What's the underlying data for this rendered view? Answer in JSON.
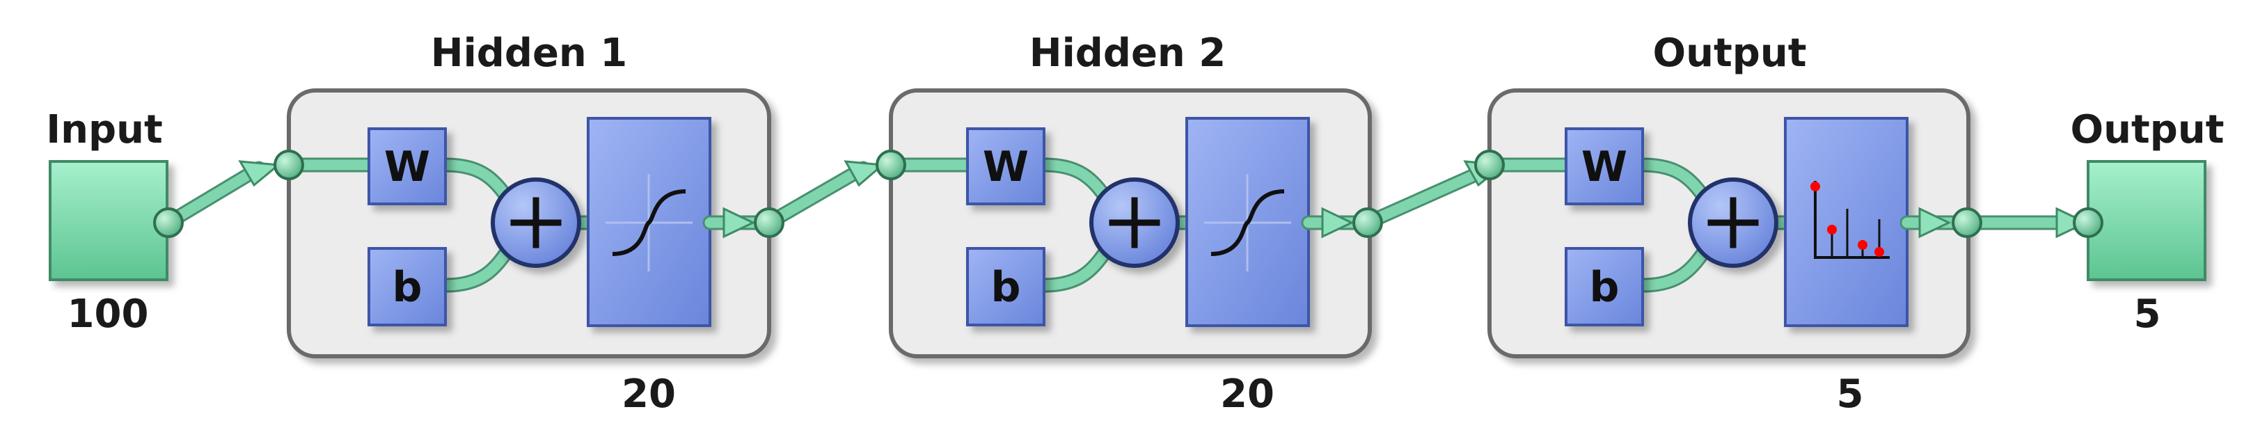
{
  "input": {
    "title": "Input",
    "size": "100"
  },
  "layers": [
    {
      "title": "Hidden 1",
      "size": "20",
      "weight_label": "W",
      "bias_label": "b",
      "transfer": "sigmoid-icon"
    },
    {
      "title": "Hidden 2",
      "size": "20",
      "weight_label": "W",
      "bias_label": "b",
      "transfer": "sigmoid-icon"
    },
    {
      "title": "Output",
      "size": "5",
      "weight_label": "W",
      "bias_label": "b",
      "transfer": "softmax-icon"
    }
  ],
  "output": {
    "title": "Output",
    "size": "5"
  },
  "colors": {
    "io_box": "#7fe0b0",
    "block": "#7f98e6",
    "wire": "#7fd6ae",
    "panel_border": "#6b6b6b",
    "marker": "#ff0000"
  }
}
